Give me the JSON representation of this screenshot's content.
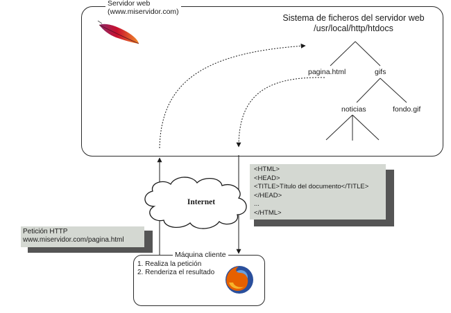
{
  "server": {
    "label_line1": "Servidor web",
    "label_line2": "(www.miservidor.com)",
    "logo_icon": "apache-feather-icon"
  },
  "filesystem": {
    "title_line1": "Sistema de ficheros del servidor web",
    "title_line2": "/usr/local/http/htdocs",
    "nodes": {
      "pagina": "pagina.html",
      "gifs": "gifs",
      "noticias": "noticias",
      "fondo": "fondo.gif"
    }
  },
  "internet": {
    "label": "Internet",
    "icon": "cloud-icon"
  },
  "response": {
    "lines": [
      "<HTML>",
      "<HEAD>",
      "<TITLE>Título del documento</TITLE>",
      "</HEAD>",
      "...",
      "</HTML>"
    ]
  },
  "request": {
    "line1": "Petición HTTP",
    "line2": "www.miservidor.com/pagina.html"
  },
  "client": {
    "label": "Máquina cliente",
    "step1": "1. Realiza la petición",
    "step2": "2. Renderiza el resultado",
    "browser_icon": "firefox-icon"
  },
  "colors": {
    "box_fill": "#d4d8d2",
    "shadow": "#555555",
    "feather_red": "#c8102e",
    "firefox_orange": "#e66000",
    "firefox_blue": "#2a4f9c"
  }
}
